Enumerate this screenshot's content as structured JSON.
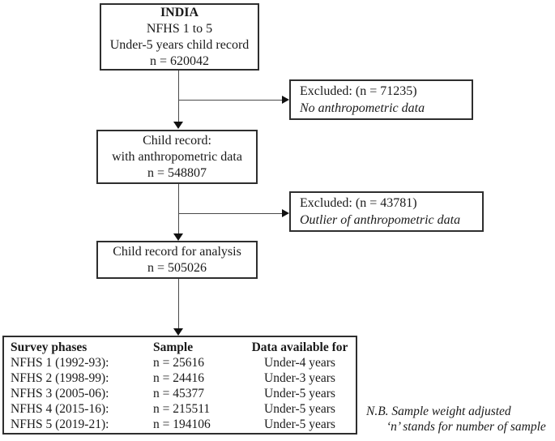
{
  "flow": {
    "box_india": {
      "title": "INDIA",
      "lines": [
        "NFHS 1 to 5",
        "Under-5 years child record",
        "n = 620042"
      ]
    },
    "excluded1": {
      "line1": "Excluded: (n = 71235)",
      "line2": "No anthropometric data"
    },
    "box_anthro": {
      "lines": [
        "Child record:",
        "with anthropometric data",
        "n = 548807"
      ]
    },
    "excluded2": {
      "line1": "Excluded: (n = 43781)",
      "line2": "Outlier of anthropometric data"
    },
    "box_analysis": {
      "lines": [
        "Child record for analysis",
        "n = 505026"
      ]
    }
  },
  "table": {
    "headers": [
      "Survey phases",
      "Sample",
      "Data available for"
    ],
    "rows": [
      {
        "phase": "NFHS 1 (1992-93):",
        "sample": "n = 25616",
        "data": "Under-4 years"
      },
      {
        "phase": "NFHS 2 (1998-99):",
        "sample": "n = 24416",
        "data": "Under-3 years"
      },
      {
        "phase": "NFHS 3 (2005-06):",
        "sample": "n = 45377",
        "data": "Under-5 years"
      },
      {
        "phase": "NFHS 4 (2015-16):",
        "sample": "n = 215511",
        "data": "Under-5 years"
      },
      {
        "phase": "NFHS 5 (2019-21):",
        "sample": "n = 194106",
        "data": "Under-5 years"
      }
    ]
  },
  "note": {
    "line1": "N.B. Sample weight adjusted",
    "line2": "‘n’ stands for number of sample"
  },
  "colors": {
    "background": "#ffffff",
    "text": "#1a1a1a",
    "box_border": "#2e2e2e",
    "connector_line": "#4a4a4a",
    "arrowhead": "#111111"
  }
}
